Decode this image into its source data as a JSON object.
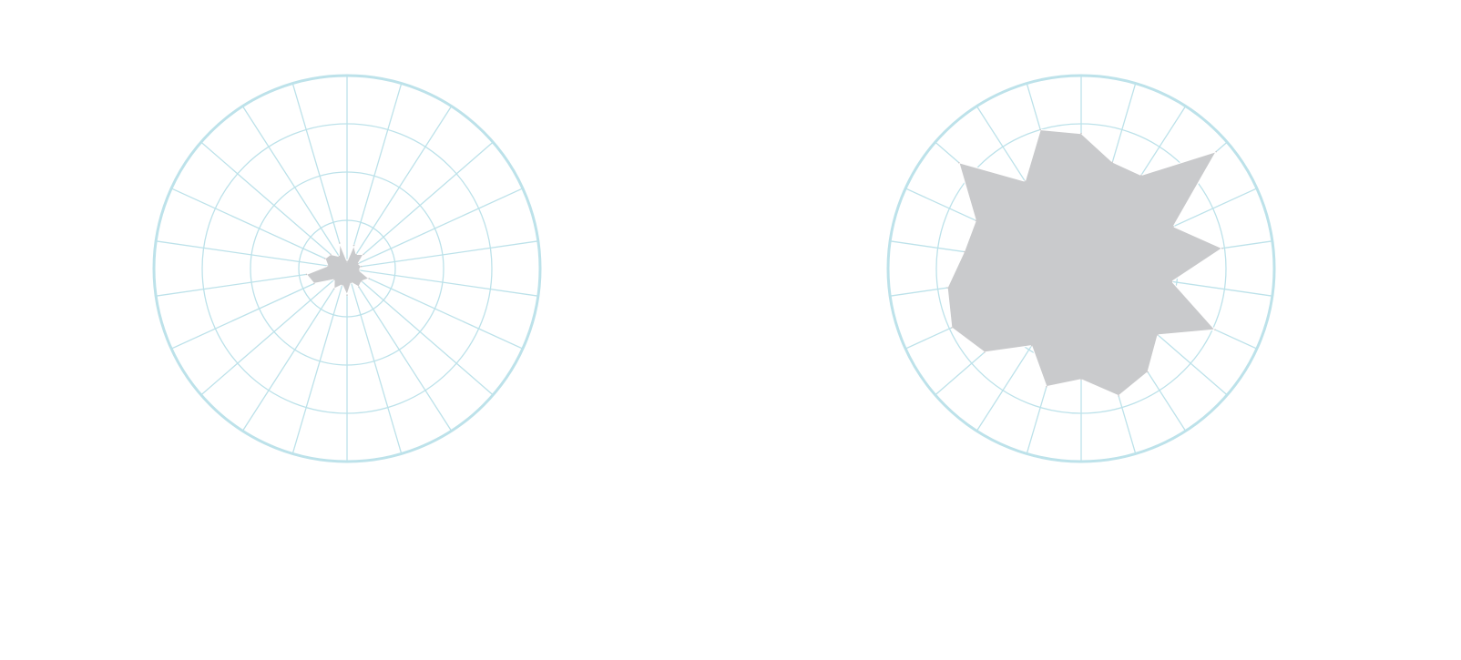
{
  "colors": {
    "grid": "#bde2ea",
    "outer_ring": "#bde2ea",
    "fill": "#c9cacc",
    "background": "#ffffff"
  },
  "chart_data": [
    {
      "type": "area",
      "subtype": "polar-radar",
      "title": "",
      "rlim": [
        0,
        4
      ],
      "ring_count": 4,
      "spoke_count": 22,
      "grid": true,
      "legend": "none",
      "values": [
        0.15,
        0.5,
        0.35,
        0.45,
        0.25,
        0.3,
        0.25,
        0.5,
        0.4,
        0.45,
        0.3,
        0.55,
        0.35,
        0.5,
        0.35,
        0.75,
        0.85,
        0.4,
        0.5,
        0.45,
        0.3,
        0.55
      ]
    },
    {
      "type": "area",
      "subtype": "polar-radar",
      "title": "",
      "rlim": [
        0,
        4
      ],
      "ring_count": 4,
      "spoke_count": 22,
      "grid": true,
      "legend": "none",
      "values": [
        2.8,
        2.3,
        2.3,
        3.7,
        2.1,
        2.95,
        1.9,
        3.05,
        2.1,
        2.55,
        2.75,
        2.3,
        2.55,
        1.9,
        2.65,
        2.95,
        2.8,
        2.45,
        2.4,
        3.35,
        2.15,
        3.0
      ]
    }
  ]
}
